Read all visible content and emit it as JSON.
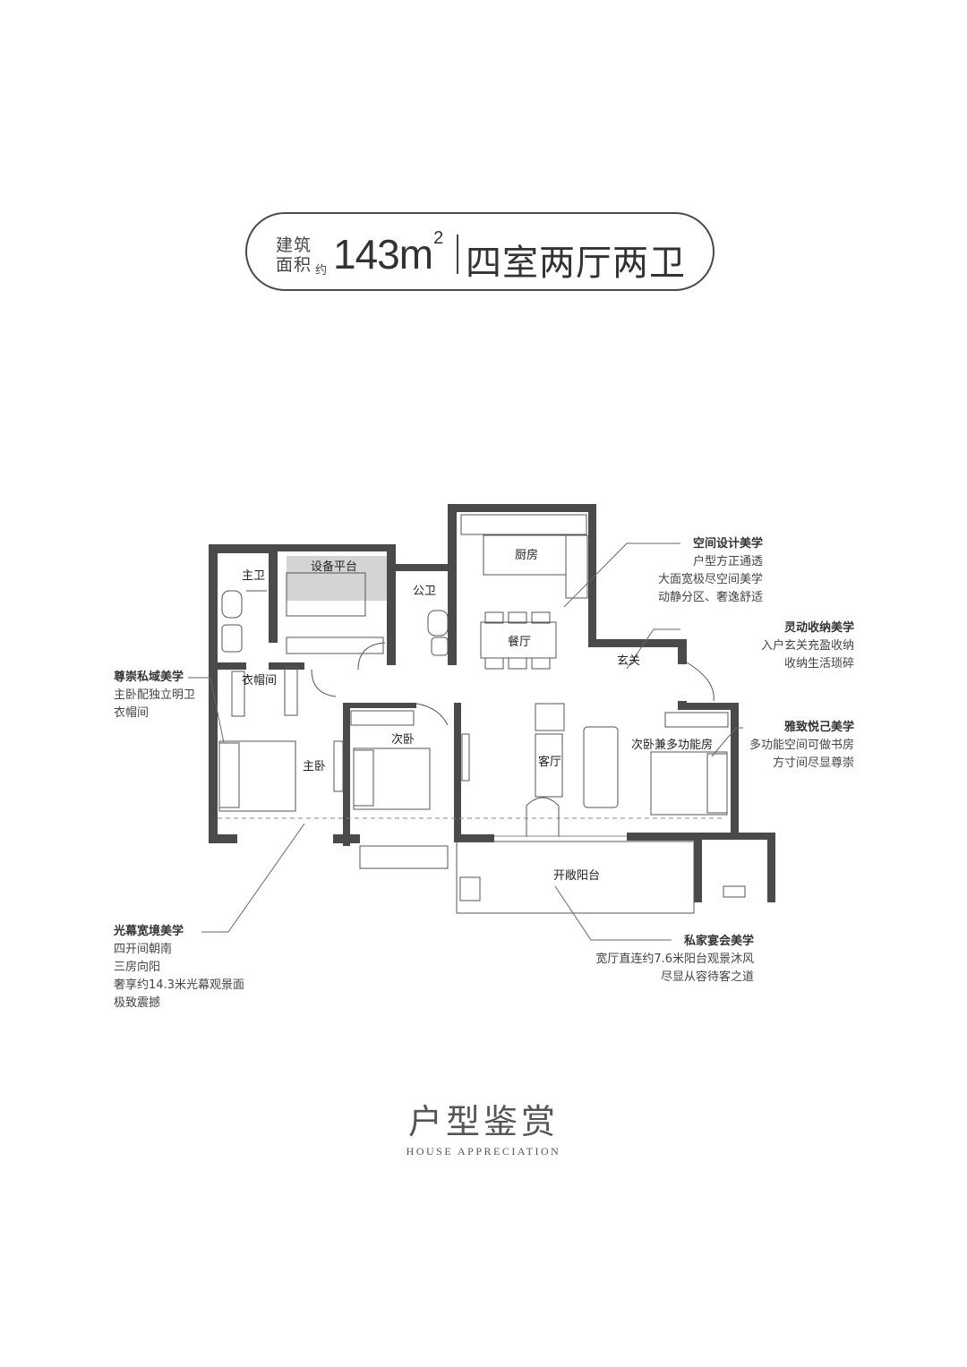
{
  "header": {
    "area_label_line1": "建筑",
    "area_label_line2": "面积",
    "area_approx": "约",
    "area_value": "143m",
    "area_unit_sup": "2",
    "layout": "四室两厅两卫"
  },
  "rooms": {
    "master_bath": "主卫",
    "equipment_platform": "设备平台",
    "public_bath": "公卫",
    "kitchen": "厨房",
    "dining": "餐厅",
    "entrance": "玄关",
    "walk_in_closet": "衣帽间",
    "master_bedroom": "主卧",
    "second_bedroom": "次卧",
    "living_room": "客厅",
    "multi_room": "次卧兼多功能房",
    "balcony": "开敞阳台"
  },
  "notes": {
    "space_design": {
      "title": "空间设计美学",
      "lines": [
        "户型方正通透",
        "大面宽极尽空间美学",
        "动静分区、奢逸舒适"
      ]
    },
    "storage": {
      "title": "灵动收纳美学",
      "lines": [
        "入户玄关充盈收纳",
        "收纳生活琐碎"
      ]
    },
    "elegant": {
      "title": "雅致悦己美学",
      "lines": [
        "多功能空间可做书房",
        "方寸间尽显尊崇"
      ]
    },
    "private": {
      "title": "尊崇私域美学",
      "lines": [
        "主卧配独立明卫",
        "衣帽间"
      ]
    },
    "light": {
      "title": "光幕宽境美学",
      "lines": [
        "四开间朝南",
        "三房向阳",
        "奢享约14.3米光幕观景面",
        "极致震撼"
      ]
    },
    "banquet": {
      "title": "私家宴会美学",
      "lines": [
        "宽厅直连约7.6米阳台观景沐风",
        "尽显从容待客之道"
      ]
    }
  },
  "footer": {
    "title_cn": "户型鉴赏",
    "title_en": "HOUSE APPRECIATION"
  },
  "colors": {
    "wall": "#4a4a4a",
    "shade": "#d4d4d4",
    "text": "#333333"
  }
}
